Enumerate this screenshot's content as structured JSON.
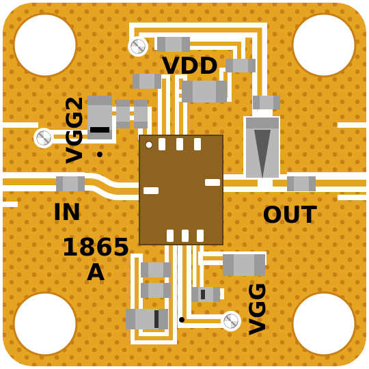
{
  "colors": {
    "gold": "#E6A423",
    "trace": "#FFFFFF",
    "via": "#C87F16",
    "chip": "#8C6420",
    "component_body": "#B8B8B8",
    "component_end": "#9A9A9A",
    "silkscreen": "#000000"
  },
  "labels": {
    "vdd": "VDD",
    "vgg2": "VGG2",
    "vgg": "VGG",
    "in": "IN",
    "out": "OUT",
    "part_number": "1865",
    "revision": "A"
  },
  "icons": {
    "bond_pad": "screw-terminal-icon",
    "mounting_hole": "mounting-hole-icon"
  }
}
